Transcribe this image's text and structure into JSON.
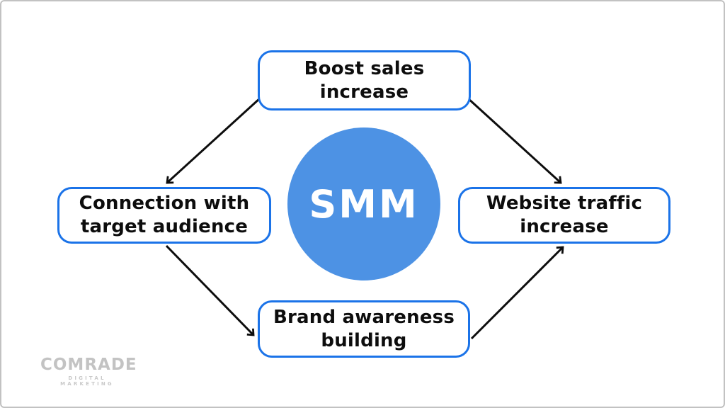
{
  "diagram": {
    "center": {
      "label": "SMM"
    },
    "nodes": [
      {
        "id": "boost-sales",
        "position": "top",
        "label": "Boost sales increase",
        "line1": "Boost sales",
        "line2": "increase"
      },
      {
        "id": "connection-audience",
        "position": "left",
        "label": "Connection with target audience",
        "line1": "Connection with",
        "line2": "target audience"
      },
      {
        "id": "website-traffic",
        "position": "right",
        "label": "Website traffic increase",
        "line1": "Website traffic",
        "line2": "increase"
      },
      {
        "id": "brand-awareness",
        "position": "bottom",
        "label": "Brand awareness building",
        "line1": "Brand awareness",
        "line2": "building"
      }
    ],
    "edges": [
      {
        "from": "boost-sales",
        "to": "connection-audience"
      },
      {
        "from": "boost-sales",
        "to": "website-traffic"
      },
      {
        "from": "connection-audience",
        "to": "brand-awareness"
      },
      {
        "from": "brand-awareness",
        "to": "website-traffic"
      }
    ],
    "colors": {
      "node_border": "#1b73e8",
      "center_fill": "#4d92e4",
      "center_text": "#ffffff",
      "node_text": "#0d0d0d",
      "arrow": "#0d0d0d",
      "frame_border": "#c2c2c2",
      "background": "#ffffff"
    }
  },
  "logo": {
    "name": "COMRADE",
    "tagline": "DIGITAL MARKETING"
  }
}
